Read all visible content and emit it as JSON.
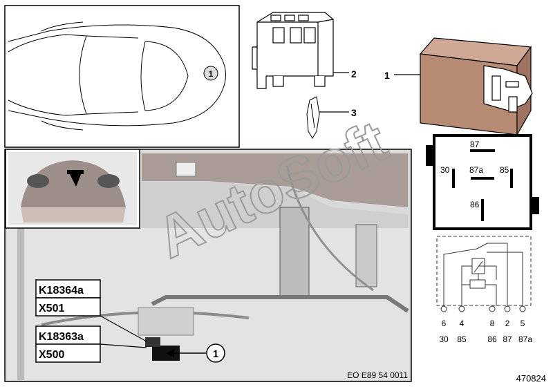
{
  "car_top_view": {
    "marker": "1"
  },
  "parts": {
    "relay_callout": "1",
    "socket_callout": "2",
    "terminal_callout": "3"
  },
  "relay_pinout": {
    "pins": [
      "87",
      "30",
      "87a",
      "85",
      "86"
    ]
  },
  "wiring": {
    "top_numbers": [
      "6",
      "4",
      "8",
      "2",
      "5"
    ],
    "bottom_numbers": [
      "30",
      "85",
      "86",
      "87",
      "87a"
    ]
  },
  "engine_bay": {
    "labels": [
      "K18364a",
      "X501",
      "K18363a",
      "X500"
    ],
    "callout": "1",
    "diagram_code": "EO E89 54 0011"
  },
  "watermark": "AutoSoft",
  "part_number": "470824",
  "colors": {
    "relay_body": "#b78a74",
    "relay_top": "#cfa896",
    "photo_bg": "#d9d9d9"
  }
}
